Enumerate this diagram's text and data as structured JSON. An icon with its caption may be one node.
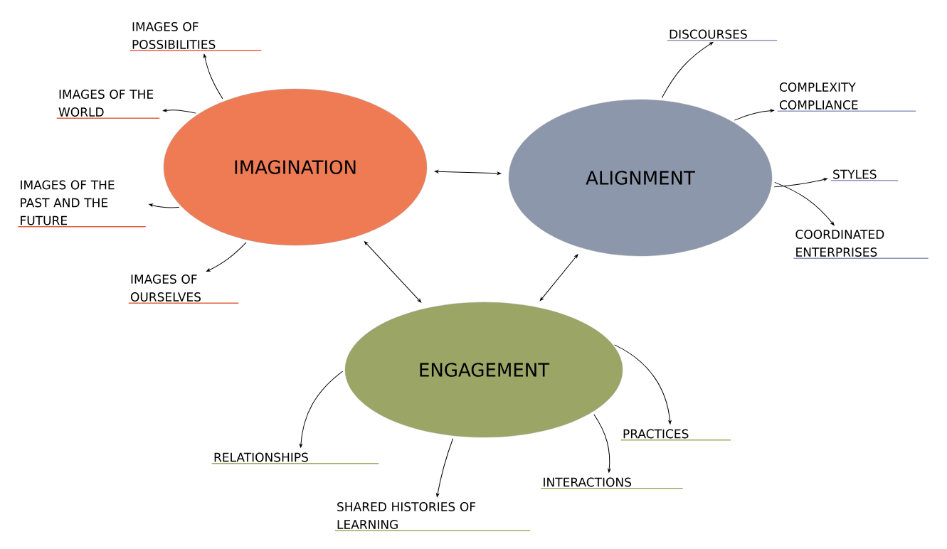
{
  "diagram": {
    "nodes": [
      {
        "text": [
          "IMAGINATION"
        ]
      },
      {
        "text": [
          "ALIGNMENT"
        ]
      },
      {
        "text": [
          "ENGAGEMENT"
        ]
      },
      {
        "text": [
          "IMAGES OF POSSIBILITIES"
        ]
      },
      {
        "text": [
          "IMAGES OF THE WORLD"
        ]
      },
      {
        "text": [
          "IMAGES OF THE PAST AND THE FUTURE"
        ]
      },
      {
        "text": [
          "IMAGES OF OURSELVES"
        ]
      },
      {
        "text": [
          "DISCOURSES"
        ]
      },
      {
        "text": [
          "COMPLEXITY COMPLIANCE"
        ]
      },
      {
        "text": [
          "STYLES"
        ]
      },
      {
        "text": [
          "COORDINATED ENTERPRISES"
        ]
      },
      {
        "text": [
          "PRACTICES"
        ]
      },
      {
        "text": [
          "INTERACTIONS"
        ]
      },
      {
        "text": [
          "SHARED HISTORIES OF LEARNING"
        ]
      },
      {
        "text": [
          "RELATIONSHIPS"
        ]
      }
    ],
    "edges": [
      {
        "from": 0,
        "to": 1,
        "arrow": "both"
      },
      {
        "from": 0,
        "to": 2,
        "arrow": "both"
      },
      {
        "from": 1,
        "to": 2,
        "arrow": "both"
      },
      {
        "from": 0,
        "to": 3,
        "arrow": "to"
      },
      {
        "from": 0,
        "to": 4,
        "arrow": "to"
      },
      {
        "from": 0,
        "to": 5,
        "arrow": "to"
      },
      {
        "from": 0,
        "to": 6,
        "arrow": "to"
      },
      {
        "from": 1,
        "to": 7,
        "arrow": "to"
      },
      {
        "from": 1,
        "to": 8,
        "arrow": "to"
      },
      {
        "from": 1,
        "to": 9,
        "arrow": "to"
      },
      {
        "from": 1,
        "to": 10,
        "arrow": "to"
      },
      {
        "from": 2,
        "to": 11,
        "arrow": "to"
      },
      {
        "from": 2,
        "to": 12,
        "arrow": "to"
      },
      {
        "from": 2,
        "to": 13,
        "arrow": "to"
      },
      {
        "from": 2,
        "to": 14,
        "arrow": "to"
      }
    ]
  }
}
